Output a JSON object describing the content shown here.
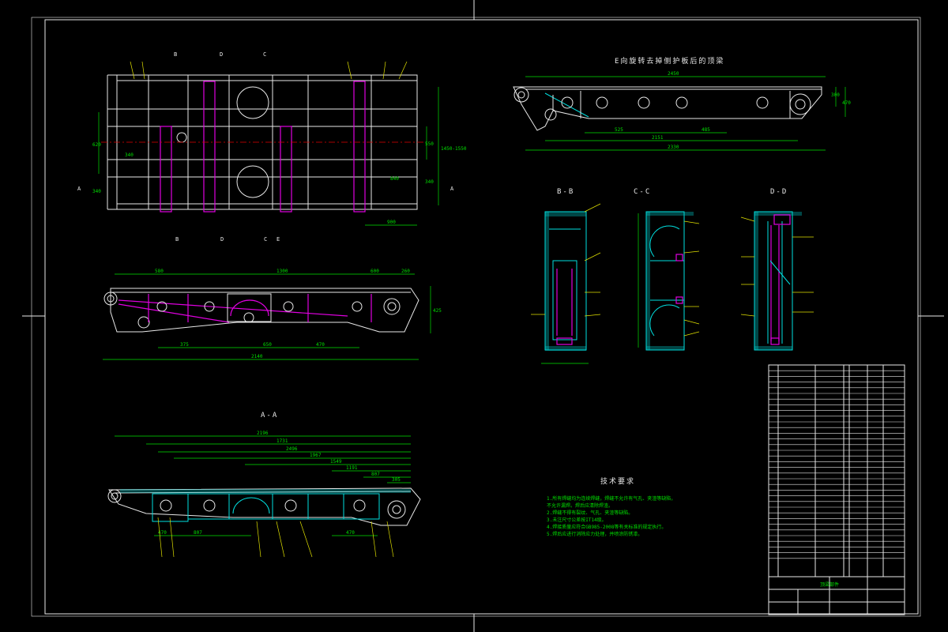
{
  "drawing": {
    "view_titles": {
      "aa": "A-A",
      "bb": "B-B",
      "cc": "C-C",
      "dd": "D-D",
      "e_view": "E向旋转去掉侧护板后的顶梁"
    },
    "section_markers": {
      "a": "A",
      "b": "B",
      "c": "C",
      "d": "D",
      "e": "E"
    },
    "dimensions": {
      "side_top": [
        "580",
        "1300",
        "600",
        "260"
      ],
      "side_bottom": [
        "375",
        "650",
        "470"
      ],
      "side_overall": "2140",
      "side_height": "425",
      "aa_chain": [
        "2196",
        "1731",
        "2496",
        "1967",
        "1549",
        "1191",
        "807",
        "305"
      ],
      "aa_bottom": [
        "470",
        "807",
        "470"
      ],
      "e_top": "2450",
      "e_lower": [
        "525",
        "485"
      ],
      "e_mid": "2151",
      "e_overall": "2330",
      "e_right": [
        "300",
        "470"
      ],
      "plan_left": [
        "620",
        "340",
        "340"
      ],
      "plan_right": [
        "1450-1550",
        "550",
        "840",
        "340"
      ],
      "plan_bottom": "900"
    },
    "tech_requirements": {
      "title": "技术要求",
      "items": [
        "1.所有焊缝均为连续焊缝，焊缝不允许有气孔、夹渣等缺陷，",
        "  不允许漏焊。焊后应清除焊渣。",
        "2.焊缝不得有裂纹、气孔、夹渣等缺陷。",
        "3.未注尺寸公差按IT14级。",
        "4.焊接质量应符合GB985-2008等有关标准的规定执行。",
        "5.焊后应进行消除应力处理，并喷涂防锈漆。"
      ]
    },
    "title_block": {
      "name": "顶梁部件"
    }
  },
  "colors": {
    "outline": "#e8e8e8",
    "plate": "#e000e0",
    "section": "#00e0e0",
    "dimension": "#00e000",
    "leader": "#e0e000",
    "centerline": "#e00000"
  }
}
